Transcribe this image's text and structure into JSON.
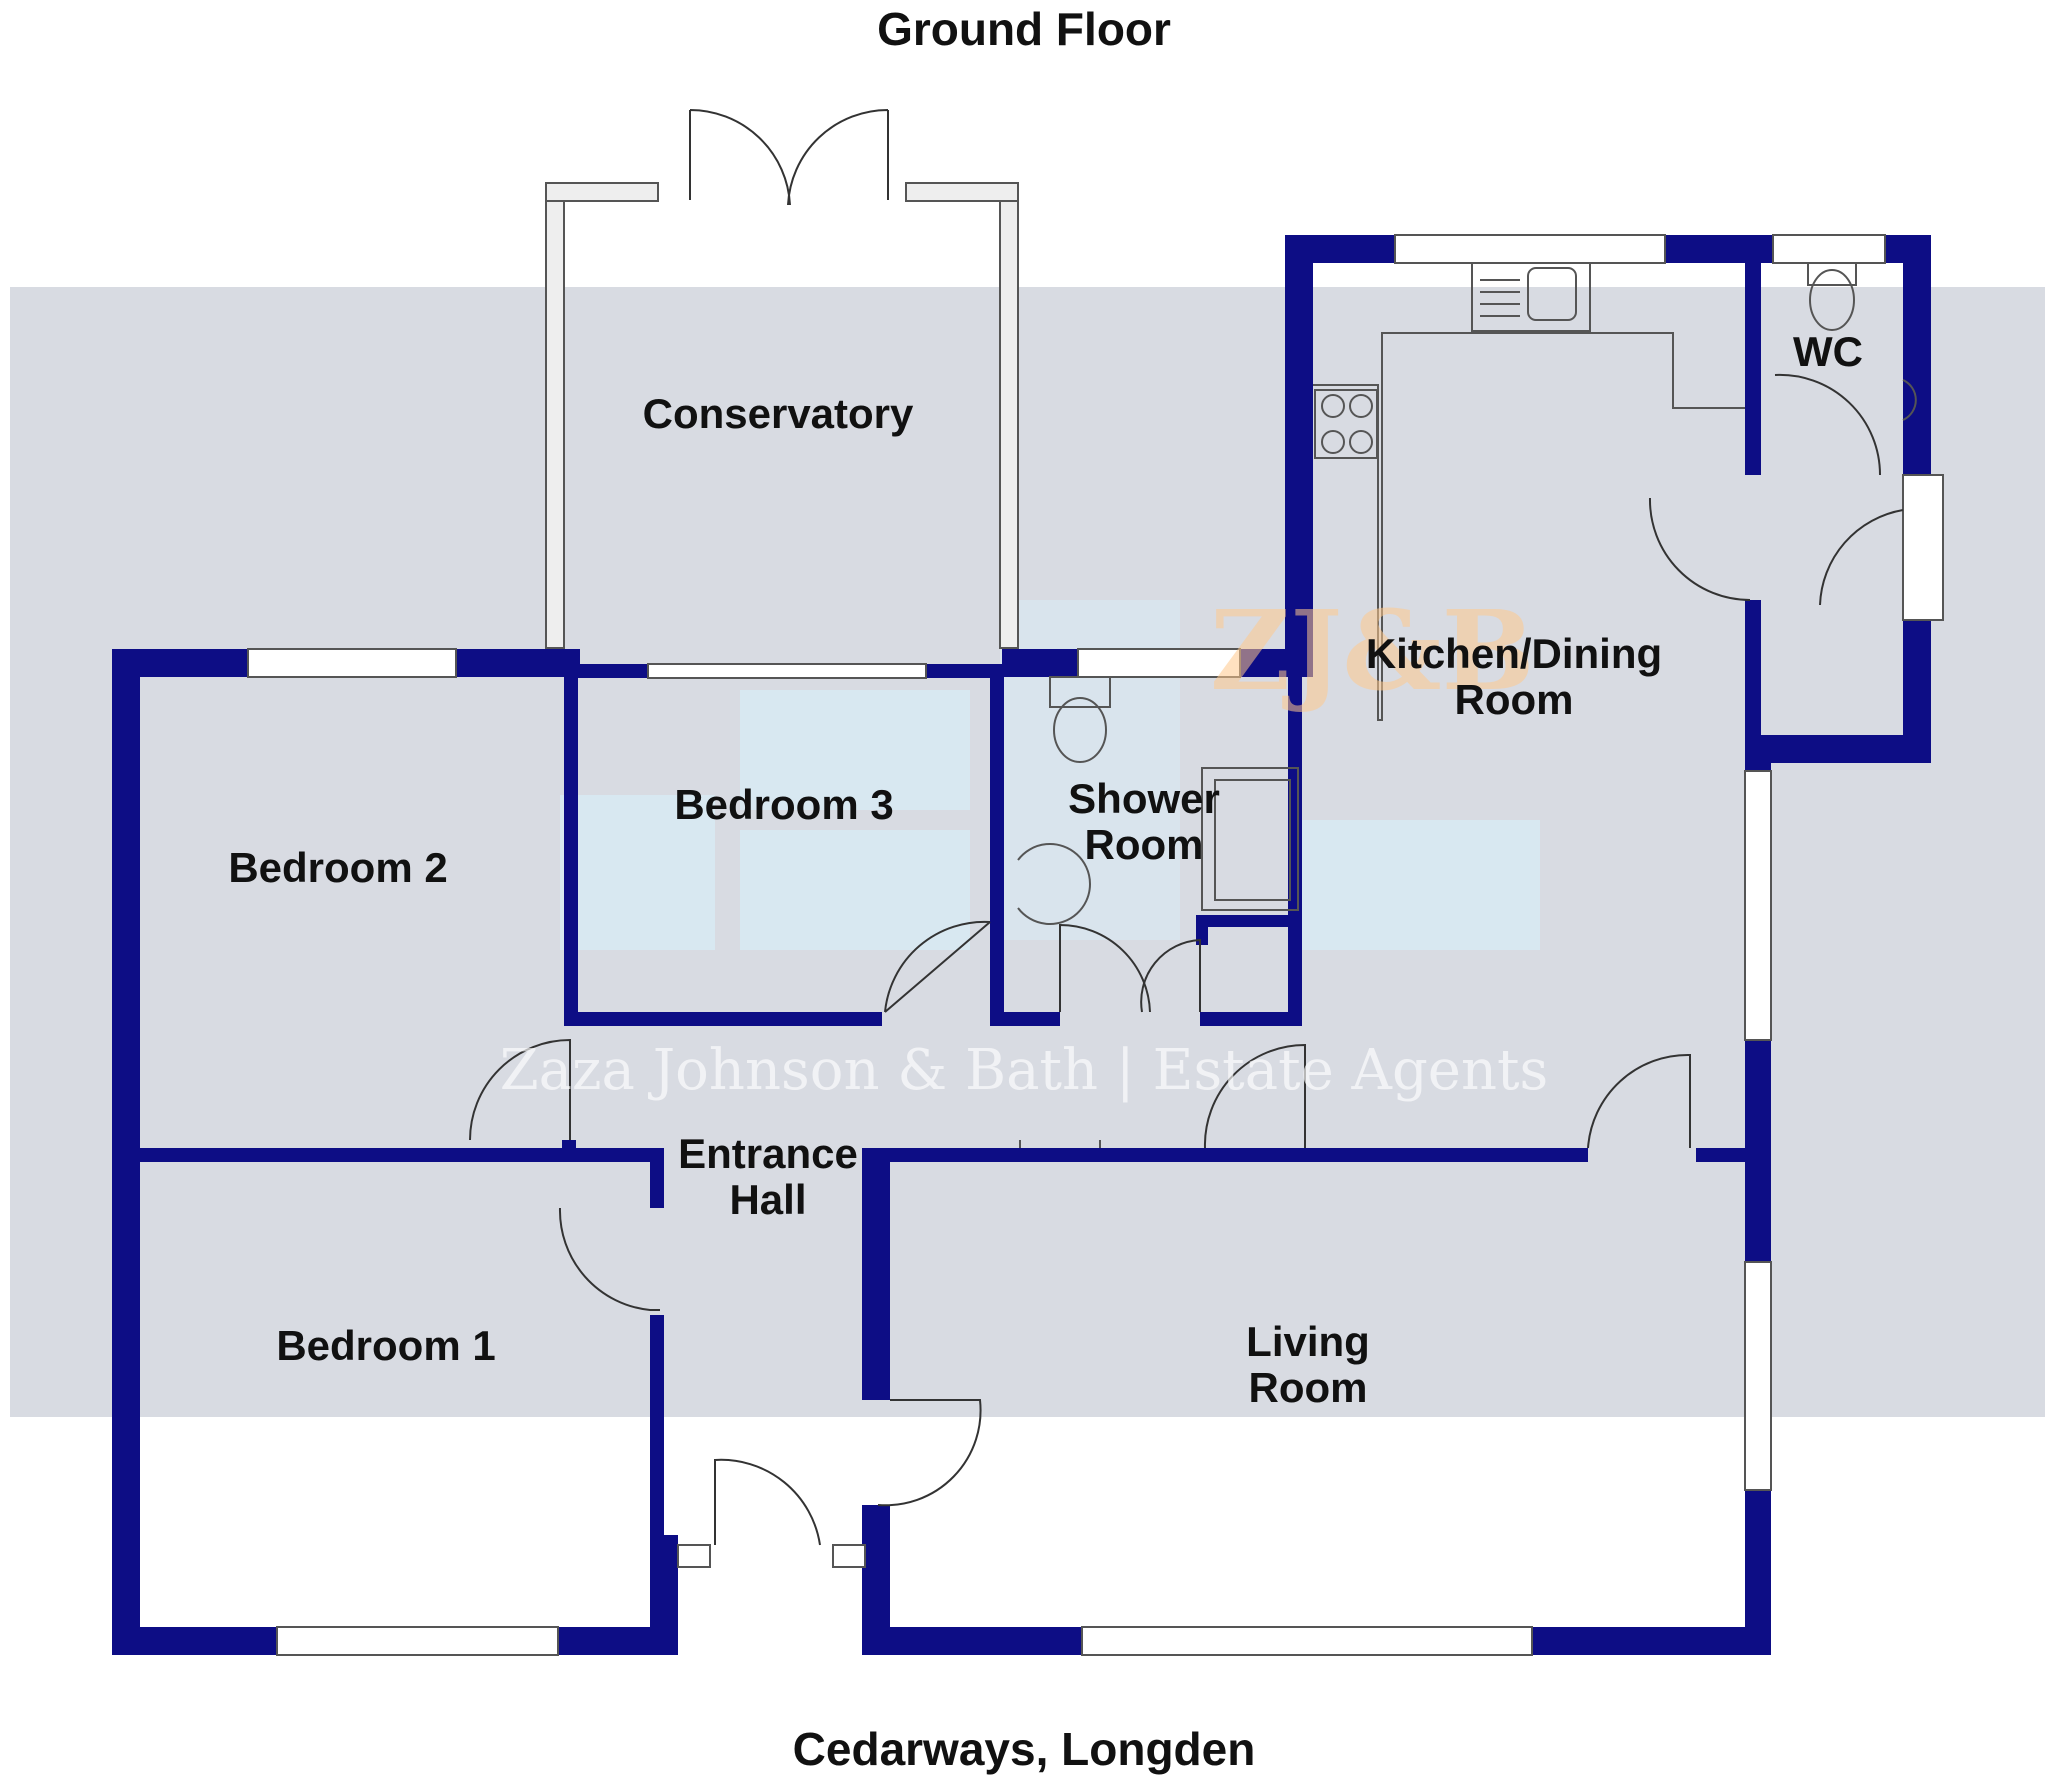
{
  "floor_title": "Ground Floor",
  "address": "Cedarways, Longden",
  "watermark": {
    "logo_text": "ZJ&B",
    "agency_line": "Zaza Johnson & Bath  |  Estate Agents"
  },
  "rooms": [
    {
      "key": "conservatory",
      "lines": [
        "Conservatory"
      ]
    },
    {
      "key": "kitchen-dining",
      "lines": [
        "Kitchen/Dining",
        "Room"
      ]
    },
    {
      "key": "wc",
      "lines": [
        "WC"
      ]
    },
    {
      "key": "bedroom-2",
      "lines": [
        "Bedroom 2"
      ]
    },
    {
      "key": "bedroom-3",
      "lines": [
        "Bedroom 3"
      ]
    },
    {
      "key": "shower-room",
      "lines": [
        "Shower",
        "Room"
      ]
    },
    {
      "key": "entrance-hall",
      "lines": [
        "Entrance",
        "Hall"
      ]
    },
    {
      "key": "bedroom-1",
      "lines": [
        "Bedroom 1"
      ]
    },
    {
      "key": "living-room",
      "lines": [
        "Living",
        "Room"
      ]
    }
  ],
  "colors": {
    "wall": "#0d0d85",
    "overlay": "rgba(196,203,214,0.72)",
    "window": "#ffffff",
    "fixture_line": "#555555"
  }
}
